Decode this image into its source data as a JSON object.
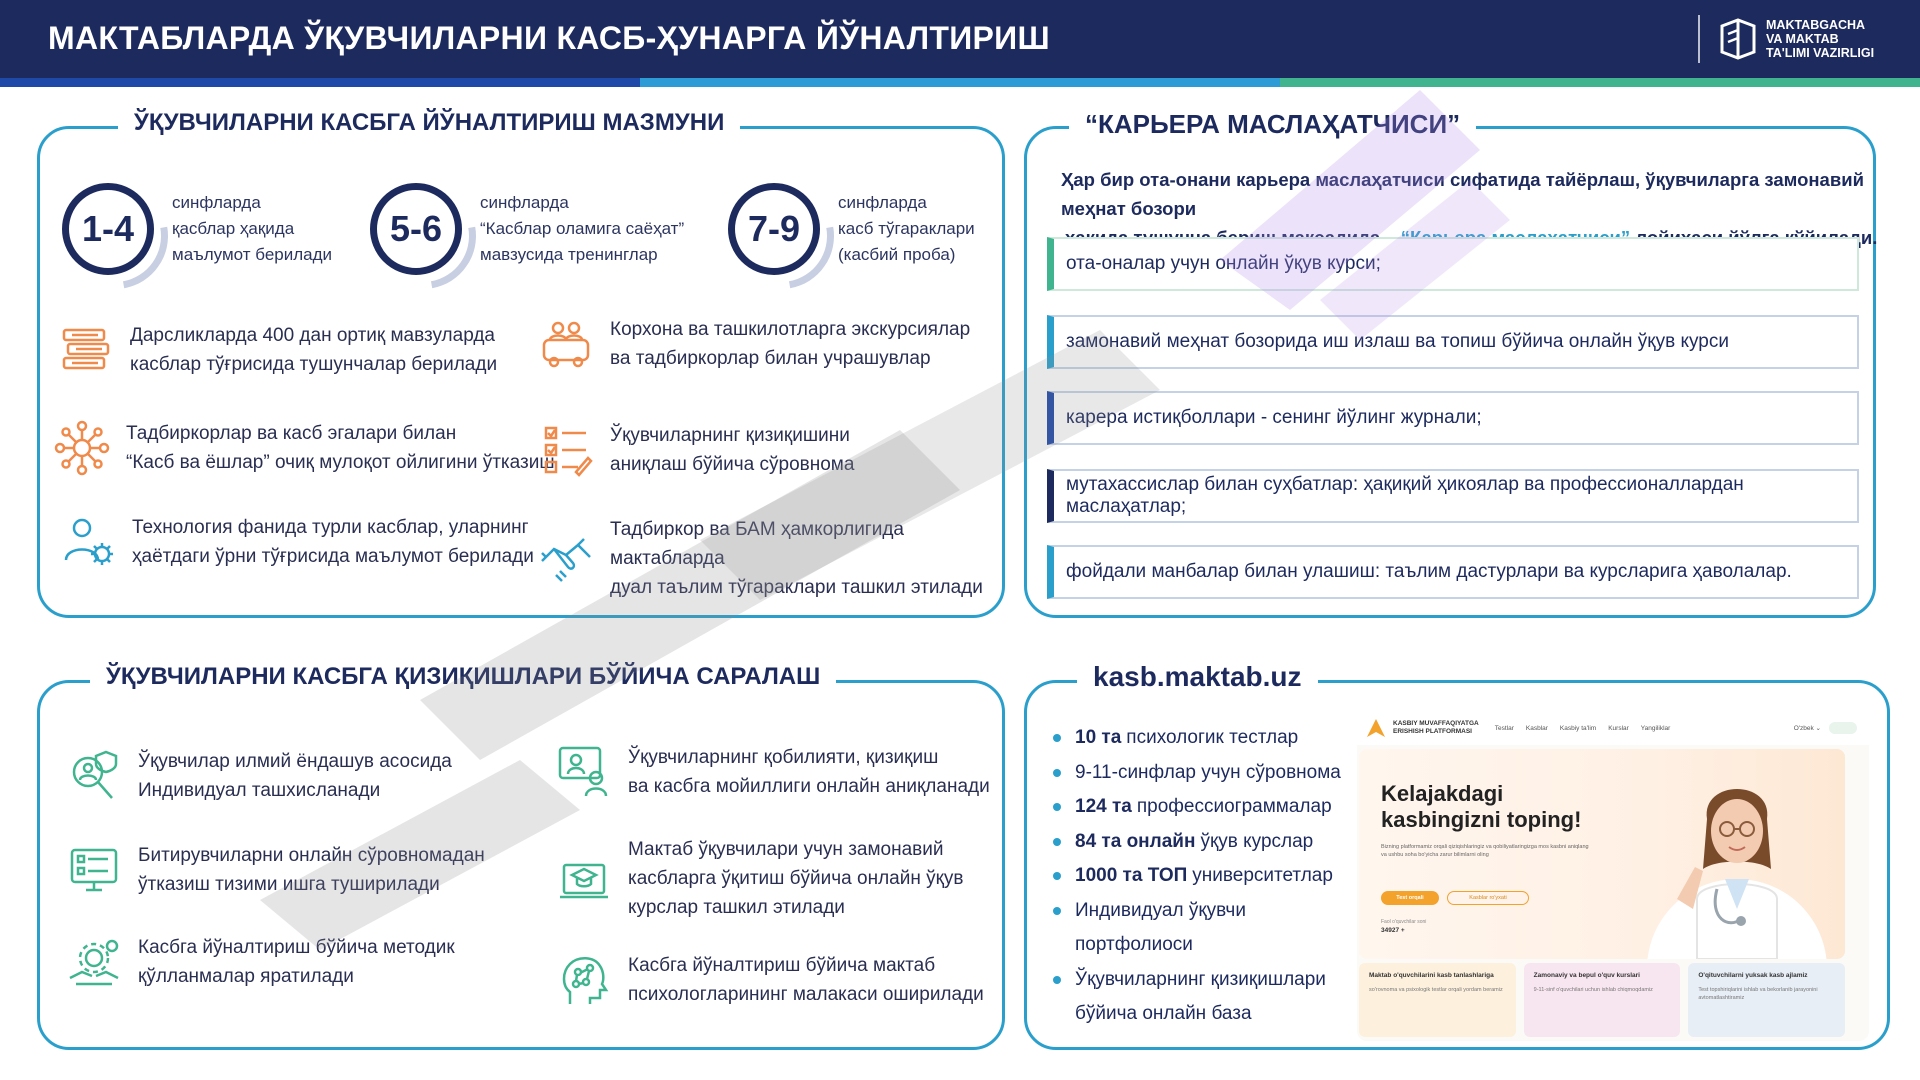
{
  "header": {
    "title": "МАКТАБЛАРДА ЎҚУВЧИЛАРНИ КАСБ-ҲУНАРГА ЙЎНАЛТИРИШ",
    "logo_line1": "MAKTABGACHA",
    "logo_line2": "VA MAKTAB",
    "logo_line3": "TA'LIMI VAZIRLIGI"
  },
  "colors": {
    "navy": "#1d2a5e",
    "blue": "#1f49a8",
    "cyan": "#2a9fcc",
    "green": "#3fb48f",
    "orange": "#f08a4b"
  },
  "content_panel": {
    "title": "ЎҚУВЧИЛАРНИ КАСБГА ЙЎНАЛТИРИШ МАЗМУНИ",
    "grades": [
      {
        "range": "1-4",
        "line1": "синфларда",
        "line2": "қасблар ҳақида",
        "line3": "маълумот берилади"
      },
      {
        "range": "5-6",
        "line1": "синфларда",
        "line2": "“Касблар оламига саёҳат”",
        "line3": "мавзусида тренинглар"
      },
      {
        "range": "7-9",
        "line1": "синфларда",
        "line2": "касб тўгараклари",
        "line3": "(касбий проба)"
      }
    ],
    "items": [
      {
        "icon": "books-icon",
        "line1": "Дарсликларда 400 дан ортиқ мавзуларда",
        "line2": "касблар тўғрисида тушунчалар берилади"
      },
      {
        "icon": "excursion-bus-icon",
        "line1": "Корхона ва ташкилотларга экскурсиялар",
        "line2": "ва тадбиркорлар билан учрашувлар"
      },
      {
        "icon": "network-people-icon",
        "line1": "Тадбиркорлар ва касб эгалари билан",
        "line2": "“Касб ва ёшлар” очиқ мулоқот ойлигини ўтказиш"
      },
      {
        "icon": "survey-checklist-icon",
        "line1": "Ўқувчиларнинг қизиқишини",
        "line2": "аниқлаш бўйича сўровнома"
      },
      {
        "icon": "person-gear-icon",
        "line1": "Технология фанида турли касблар, уларнинг",
        "line2": "ҳаётдаги ўрни тўғрисида маълумот  берилади"
      },
      {
        "icon": "handshake-icon",
        "line1": "Тадбиркор ва БАМ ҳамкорлигида мактабларда",
        "line2": "дуал таълим тўгараклари ташкил этилади"
      }
    ]
  },
  "career_panel": {
    "title": "“КАРЬЕРА МАСЛАҲАТЧИСИ”",
    "lead_part1": "Ҳар бир ота-онани карьера маслаҳатчиси сифатида тайёрлаш, ўқувчиларга замонавий меҳнат бозори",
    "lead_part2": "ҳақида тушунча бериш мақсадида – ",
    "lead_accent": "“Карьера маслаҳатчиси”",
    "lead_part3": " лойиҳаси йўлга қўйилади.",
    "rows": [
      "ота-оналар учун онлайн ўқув курси;",
      "замонавий меҳнат бозорида иш излаш ва топиш бўйича онлайн ўқув курси",
      "карера истиқболлари - сенинг йўлинг журнали;",
      "мутахассислар билан суҳбатлар: ҳақиқий ҳикоялар ва профессионаллардан маслаҳатлар;",
      "фойдали манбалар билан улашиш: таълим дастурлари ва курсларига ҳаволалар."
    ]
  },
  "sort_panel": {
    "title": "ЎҚУВЧИЛАРНИ КАСБГА ҚИЗИҚИШЛАРИ БЎЙИЧА САРАЛАШ",
    "items": [
      {
        "icon": "magnifier-person-icon",
        "lines": [
          "Ўқувчилар илмий ёндашув асосида",
          "Индивидуал ташхисланади"
        ]
      },
      {
        "icon": "online-meeting-icon",
        "lines": [
          "Ўқувчиларнинг қобилияти, қизиқиш",
          "ва касбга мойиллиги онлайн аниқланади"
        ]
      },
      {
        "icon": "computer-survey-icon",
        "lines": [
          "Битирувчиларни онлайн сўровномадан",
          "ўтказиш тизими ишга туширилади"
        ]
      },
      {
        "icon": "laptop-graduation-icon",
        "lines": [
          "Мактаб ўқувчилари учун замонавий",
          "касбларга ўқитиш бўйича онлайн ўқув",
          "курслар ташкил этилади"
        ]
      },
      {
        "icon": "gears-hands-icon",
        "lines": [
          "Касбга йўналтириш бўйича методик",
          "қўлланмалар яратилади"
        ]
      },
      {
        "icon": "head-network-icon",
        "lines": [
          "Касбга йўналтириш бўйича мактаб",
          "психологларининг малакаси оширилади"
        ]
      }
    ]
  },
  "kasb_panel": {
    "title": "kasb.maktab.uz",
    "list": [
      {
        "bold": "10 та",
        "text": "психологик тестлар"
      },
      {
        "bold": "",
        "text": "9-11-синфлар учун сўровнома"
      },
      {
        "bold": "124 та",
        "text": "профессиограммалар"
      },
      {
        "bold": "84 та онлайн",
        "text": "ўқув курслар"
      },
      {
        "bold": "1000 та ТОП",
        "text": "университетлар"
      },
      {
        "bold": "",
        "text": "Индивидуал ўқувчи портфолиоси"
      },
      {
        "bold": "",
        "text": "Ўқувчиларнинг қизиқишлари"
      },
      {
        "bold": "",
        "text": "бўйича онлайн база"
      }
    ],
    "site": {
      "brand_line1": "KASBIY MUVAFFAQIYATGA",
      "brand_line2": "ERISHISH PLATFORMASI",
      "nav": [
        "Testlar",
        "Kasblar",
        "Kasbiy ta'lim",
        "Kurslar",
        "Yangiliklar"
      ],
      "lang": "O'zbek ⌄",
      "hero_line1": "Kelajakdagi",
      "hero_line2": "kasbingizni toping!",
      "hero_sub": "Bizning platformamiz orqali qiziqishlaringiz va qobiliyatlaringizga mos kasbni aniqlang va ushbu soha bo'yicha zarur bilimlarni oling",
      "btn_primary": "Test orqali",
      "btn_secondary": "Kasblar ro'yxati",
      "count_label": "Faol o'quvchilar soni",
      "count_value": "34927 +",
      "cards": [
        {
          "title": "Maktab o'quvchilarini kasb tanlashlariga",
          "sub": "so'rovnoma va psixologik testlar orqali yordam beramiz"
        },
        {
          "title": "Zamonaviy va bepul o'quv kurslari",
          "sub": "9-11-sinf o'quvchilari uchun ishlab chiqmoqdamiz"
        },
        {
          "title": "O'qituvchilarni yuksak kasb ajlamiz",
          "sub": "Test topshiriqlarini ishlab va bekorlanib jarayonini avtomatlashtiramiz"
        }
      ]
    }
  }
}
